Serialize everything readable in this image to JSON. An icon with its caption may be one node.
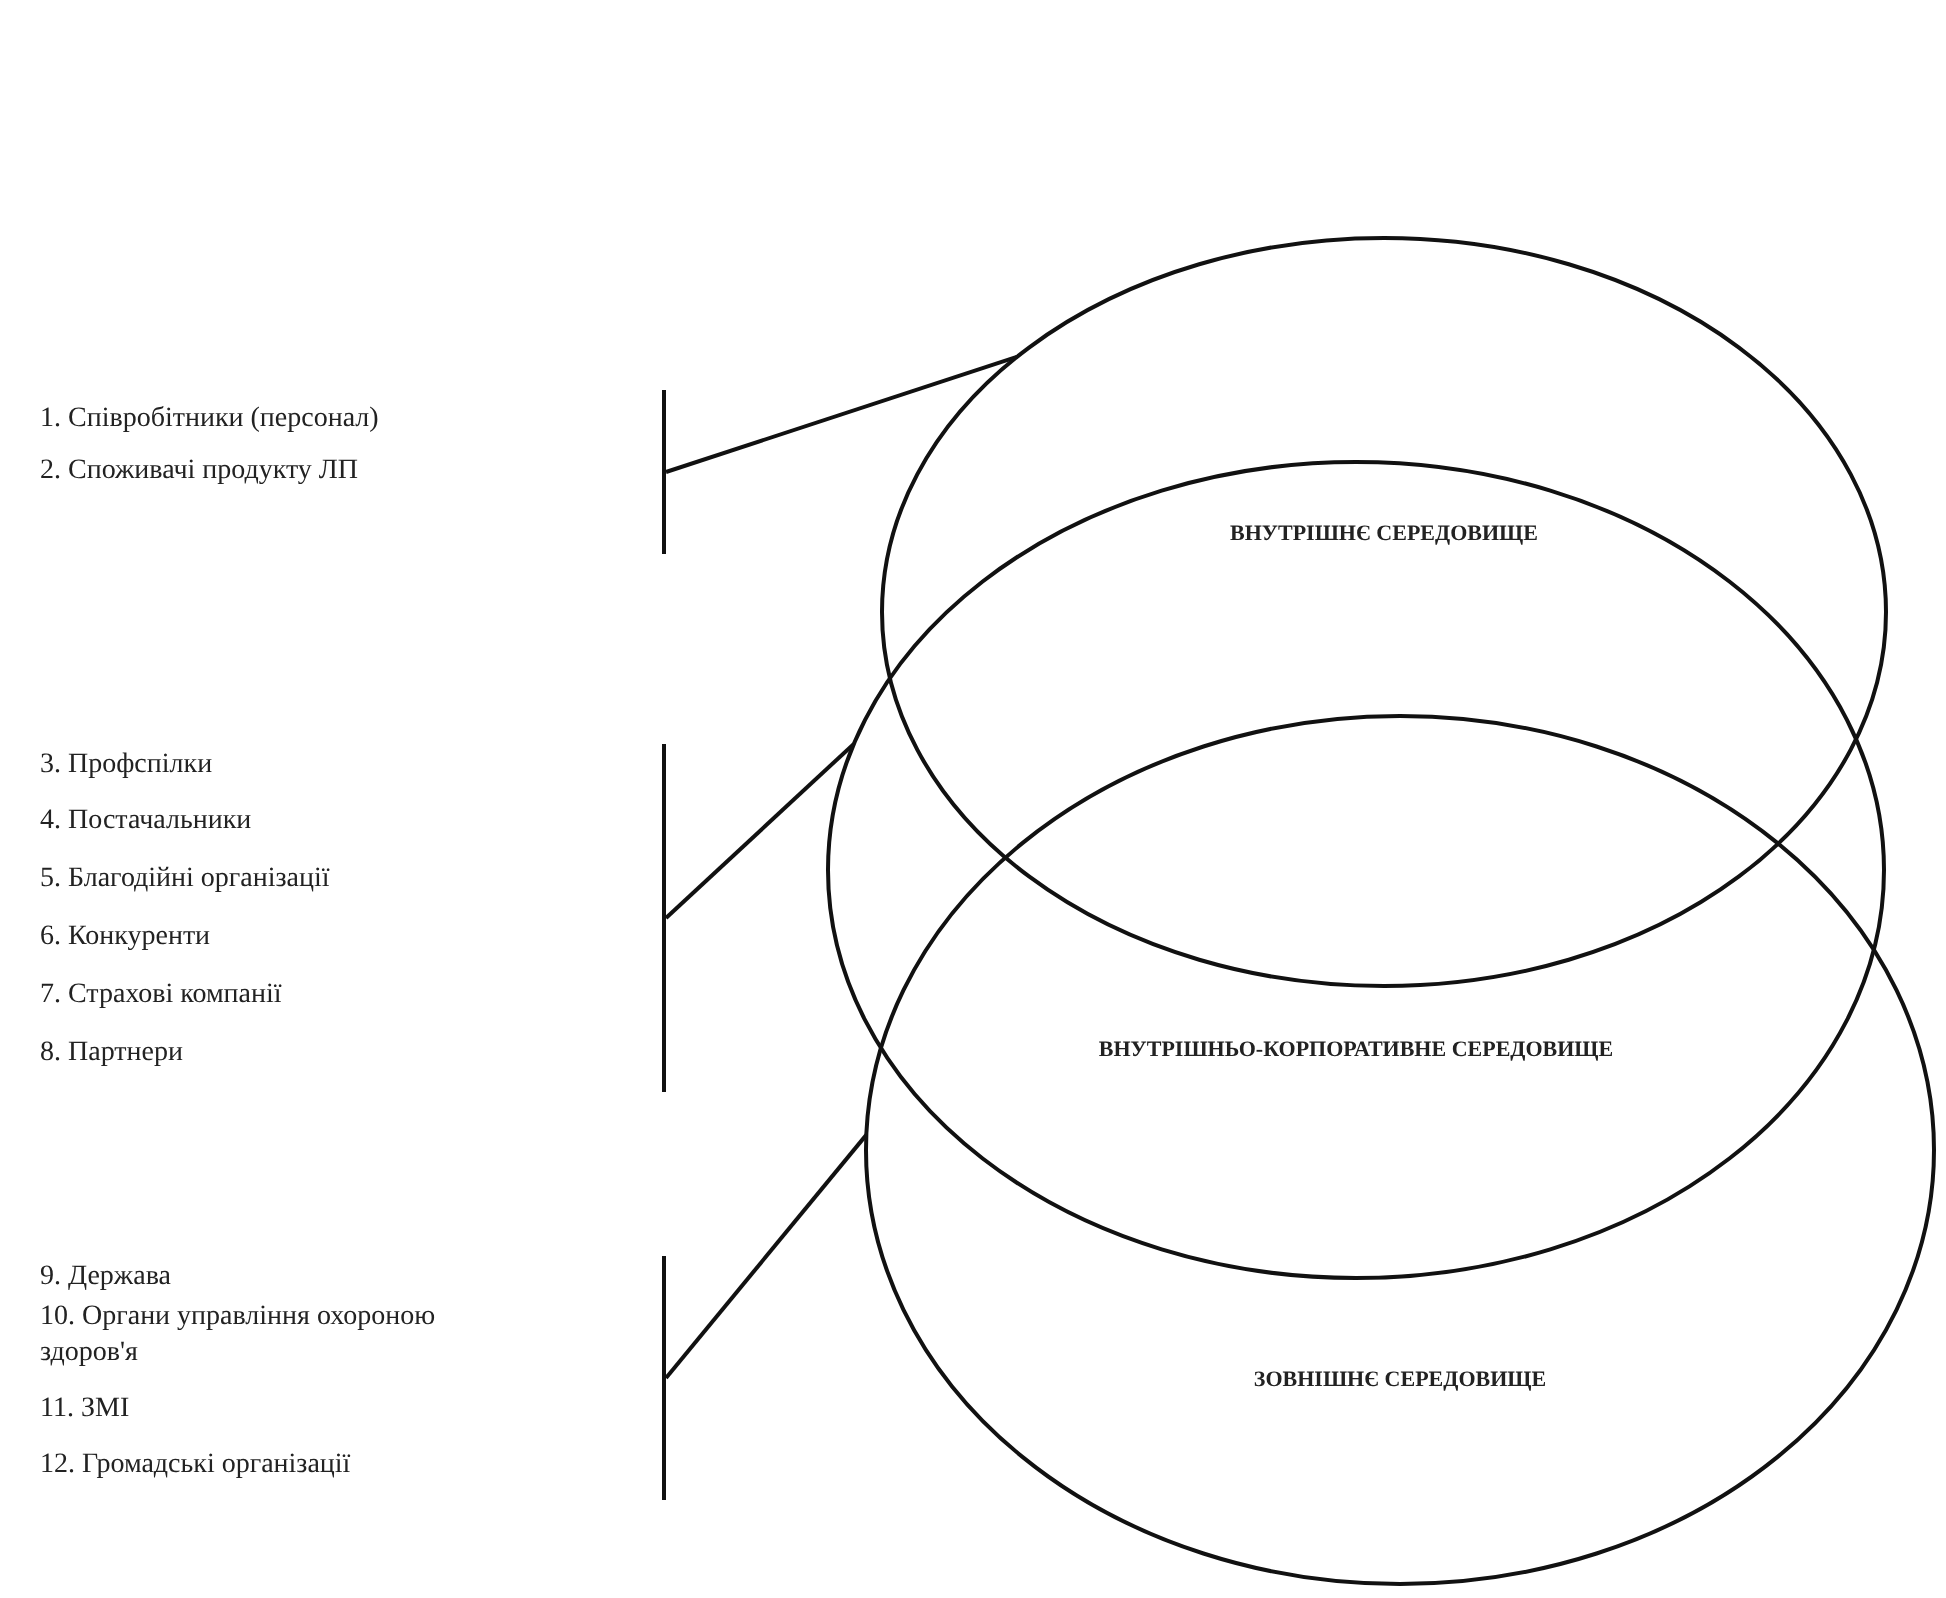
{
  "diagram": {
    "nodes": [
      {
        "text": [
          "1. Співробітники (персонал)",
          "2. Споживачі продукту ЛП"
        ]
      },
      {
        "text": [
          "3. Профспілки",
          "4. Постачальники",
          "5. Благодійні організації",
          "6. Конкуренти",
          "7. Страхові компанії",
          "8. Партнери"
        ]
      },
      {
        "text": [
          "9. Держава",
          "10. Органи управління охороною здоров'я",
          "11. ЗМІ",
          "12. Громадські організації"
        ]
      },
      {
        "text": [
          "ВНУТРІШНЄ СЕРЕДОВИЩЕ"
        ]
      },
      {
        "text": [
          "ВНУТРІШНЬО-КОРПОРАТИВНЕ СЕРЕДОВИЩЕ"
        ]
      },
      {
        "text": [
          "ЗОВНІШНЄ СЕРЕДОВИЩЕ"
        ]
      }
    ],
    "edges": [
      {
        "from": 0,
        "to": 3,
        "arrow": "none"
      },
      {
        "from": 1,
        "to": 4,
        "arrow": "none"
      },
      {
        "from": 2,
        "to": 5,
        "arrow": "none"
      }
    ]
  }
}
